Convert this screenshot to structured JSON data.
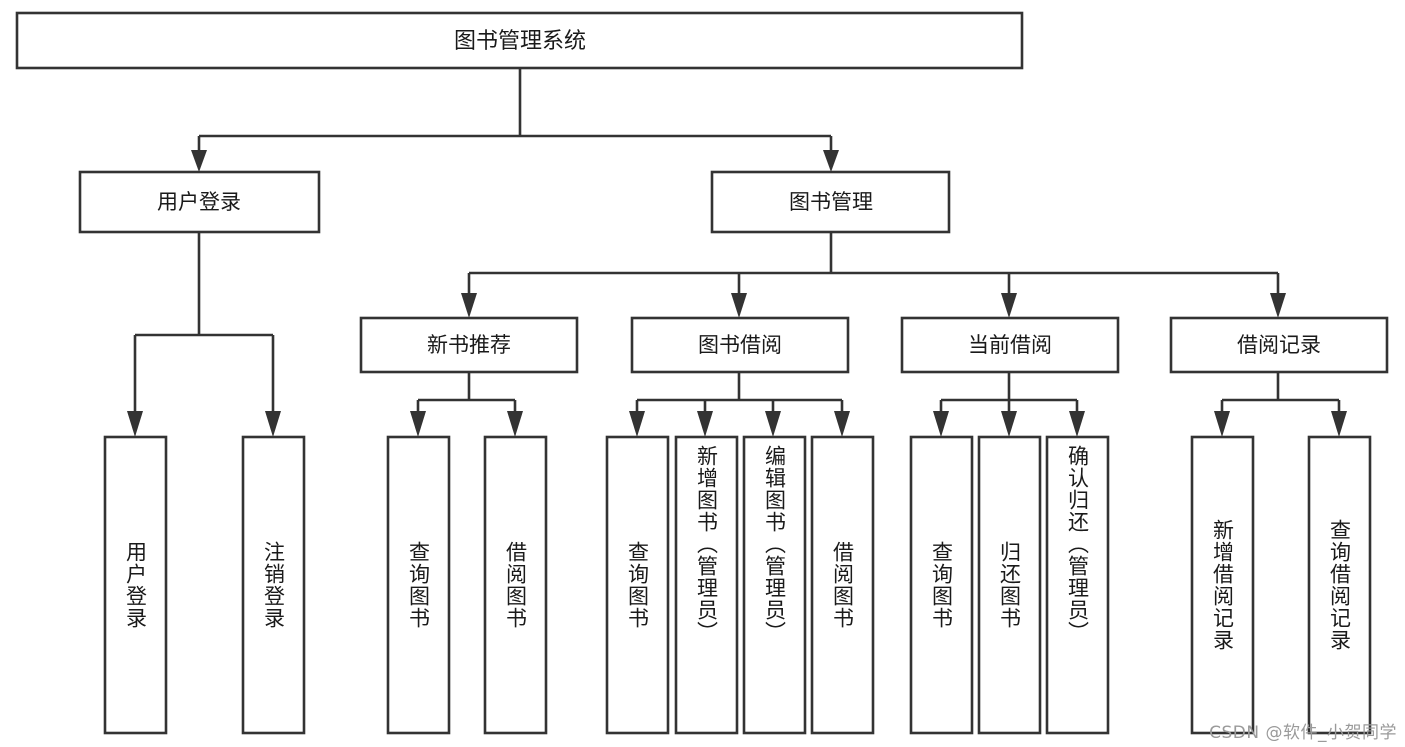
{
  "diagram": {
    "type": "tree",
    "title": "图书管理系统",
    "watermark": "CSDN @软件_小贺同学",
    "colors": {
      "box_stroke": "#333333",
      "box_fill": "#ffffff",
      "text": "#1a1a1a",
      "background": "#ffffff",
      "watermark": "#9a9a9a"
    },
    "root": {
      "label": "图书管理系统"
    },
    "level2": [
      {
        "label": "用户登录"
      },
      {
        "label": "图书管理"
      }
    ],
    "level3": [
      {
        "label": "新书推荐"
      },
      {
        "label": "图书借阅"
      },
      {
        "label": "当前借阅"
      },
      {
        "label": "借阅记录"
      }
    ],
    "leaves": {
      "user_login": [
        {
          "label": "用户登录"
        },
        {
          "label": "注销登录"
        }
      ],
      "new_book_recommend": [
        {
          "label": "查询图书"
        },
        {
          "label": "借阅图书"
        }
      ],
      "book_borrow": [
        {
          "label": "查询图书"
        },
        {
          "label": "新增图书（管理员）"
        },
        {
          "label": "编辑图书（管理员）"
        },
        {
          "label": "借阅图书"
        }
      ],
      "current_borrow": [
        {
          "label": "查询图书"
        },
        {
          "label": "归还图书"
        },
        {
          "label": "确认归还（管理员）"
        }
      ],
      "borrow_record": [
        {
          "label": "新增借阅记录"
        },
        {
          "label": "查询借阅记录"
        }
      ]
    }
  }
}
